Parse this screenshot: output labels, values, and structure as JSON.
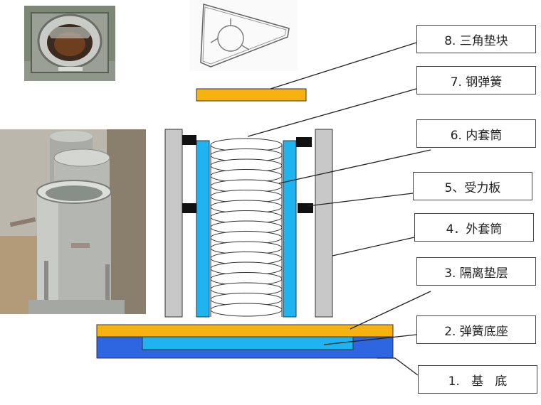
{
  "labels": [
    {
      "id": "triangle-block",
      "text": "8. 三角垫块"
    },
    {
      "id": "steel-spring",
      "text": "7. 钢弹簧"
    },
    {
      "id": "inner-sleeve",
      "text": "6. 内套筒"
    },
    {
      "id": "load-plate",
      "text": "5、受力板"
    },
    {
      "id": "outer-sleeve",
      "text": "4．外套筒"
    },
    {
      "id": "isolation-pad",
      "text": "3. 隔离垫层"
    },
    {
      "id": "spring-base",
      "text": "2. 弹簧底座"
    },
    {
      "id": "foundation",
      "text": "1.   基   底"
    }
  ],
  "colors": {
    "orange": "#f5b211",
    "blue": "#2e65e0",
    "cyan": "#1fb3f0",
    "gray": "#c8c8c8",
    "black": "#111111",
    "spring": "#ffffff"
  },
  "icons": [
    "installed-bearing-photo",
    "triangle-block-sketch",
    "sleeve-assembly-photo"
  ]
}
